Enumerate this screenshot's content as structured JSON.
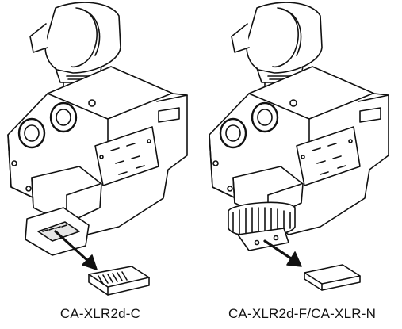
{
  "figure": {
    "left_panel": {
      "caption": "CA-XLR2d-C",
      "variant": "cover-with-contacts"
    },
    "right_panel": {
      "caption": "CA-XLR2d-F/CA-XLR-N",
      "variant": "plain-cover"
    }
  },
  "colors": {
    "line": "#111111",
    "fill": "#ffffff",
    "shade": "#e6e6e6"
  }
}
